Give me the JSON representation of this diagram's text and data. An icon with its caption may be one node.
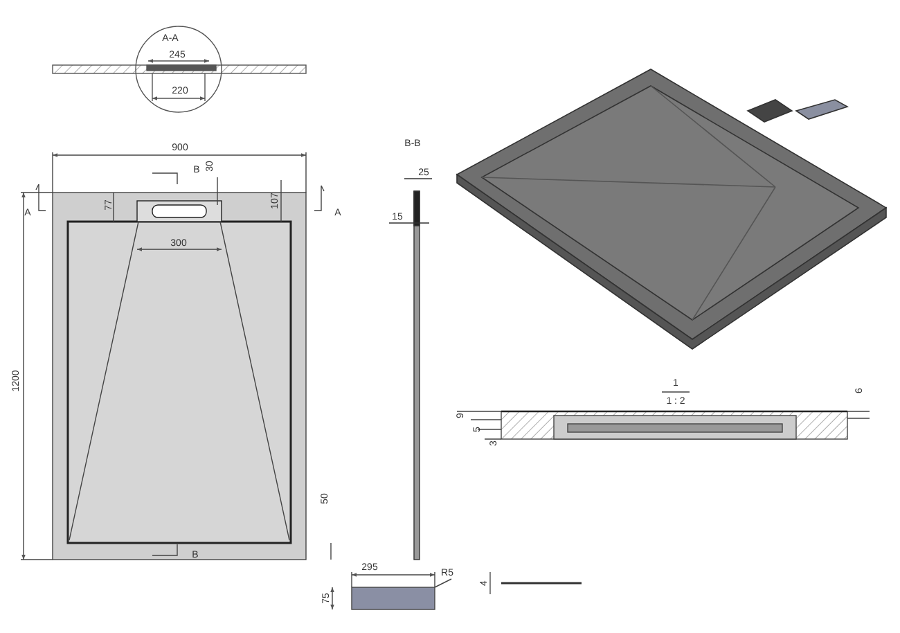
{
  "diagram": {
    "labels": [
      "A-A",
      "245",
      "220",
      "900",
      "B",
      "30",
      "77",
      "107",
      "A",
      "A",
      "300",
      "B-B",
      "25",
      "15",
      "1200",
      "50",
      "B",
      "1",
      "1 : 2",
      "9",
      "5",
      "3",
      "6",
      "295",
      "R5",
      "75",
      "4"
    ]
  }
}
